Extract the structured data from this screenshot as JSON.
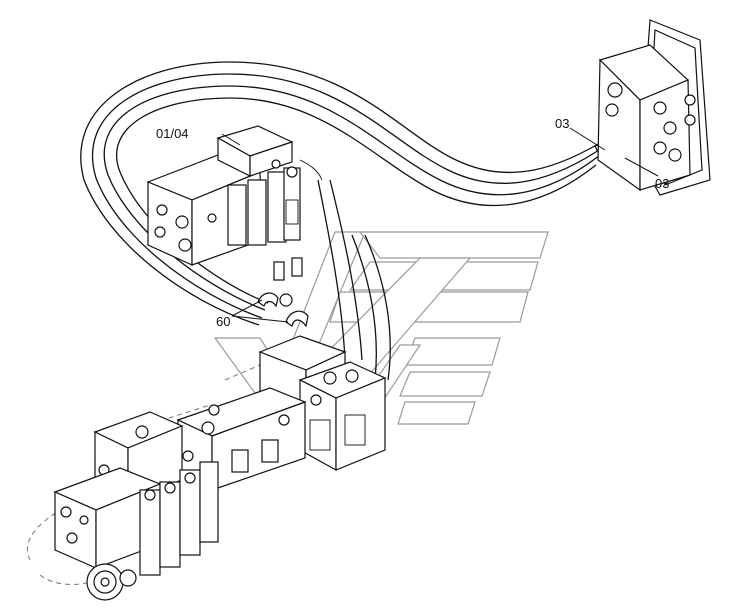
{
  "callouts": {
    "part_01_04": "01/04",
    "part_03_upper": "03",
    "part_03_lower": "03",
    "part_60": "60"
  }
}
